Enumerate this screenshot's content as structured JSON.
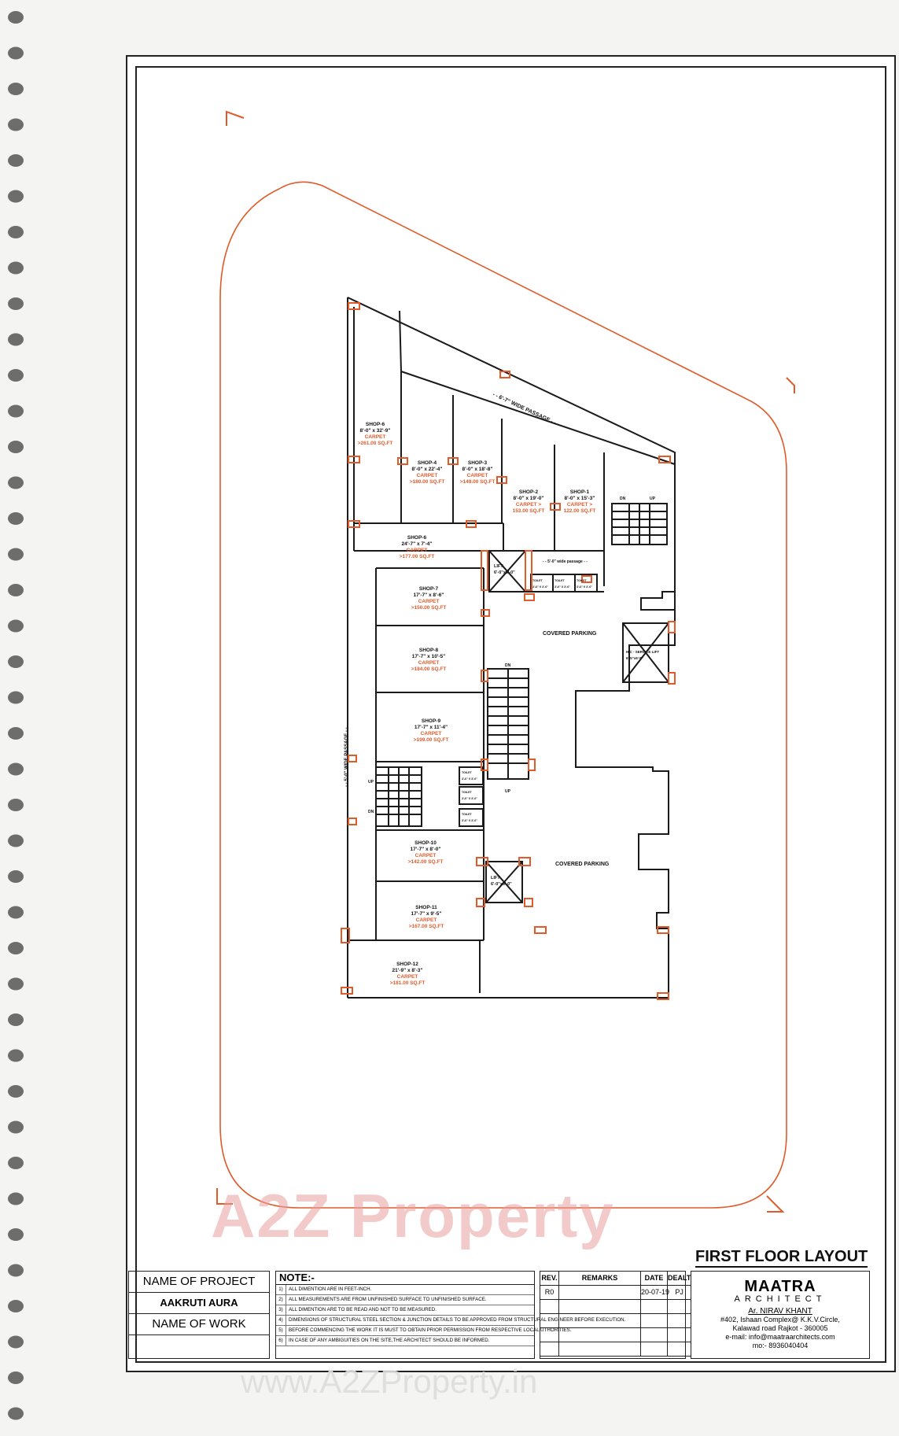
{
  "sheet": {
    "title": "FIRST FLOOR LAYOUT",
    "accent_color": "#e05a2a",
    "line_color": "#1a1a1a"
  },
  "plan": {
    "passage_top": "- - 6'-7\" WIDE PASSAGE - -",
    "passage_side": "- - 5'-0\" WIDE PASSAGE - -",
    "small_passage": "- - 5'-0\" wide passage - -",
    "parking_1": "COVERED PARKING",
    "parking_2": "COVERED PARKING",
    "lift_1": "LIFT\n6'-0\"x6'-0\"",
    "lift_2": "LIFT\n6'-0\"x6'-0\"",
    "service_lift": "H/C - SERVICE LIFT\n6'-5\"x6'-5\"",
    "up": "UP",
    "dn": "DN",
    "shops": [
      {
        "id": "shop-6a",
        "name": "SHOP-6",
        "size": "8'-0\" x 32'-9\"",
        "carpet": "CARPET",
        "area": ">261.00 SQ.FT"
      },
      {
        "id": "shop-4",
        "name": "SHOP-4",
        "size": "8'-0\" x 22'-4\"",
        "carpet": "CARPET",
        "area": ">180.00 SQ.FT"
      },
      {
        "id": "shop-3",
        "name": "SHOP-3",
        "size": "8'-0\" x 18'-8\"",
        "carpet": "CARPET",
        "area": ">149.00 SQ.FT"
      },
      {
        "id": "shop-2",
        "name": "SHOP-2",
        "size": "8'-0\" x 19'-0\"",
        "carpet": "CARPET >",
        "area": "153.00 SQ.FT"
      },
      {
        "id": "shop-1",
        "name": "SHOP-1",
        "size": "8'-0\" x 15'-3\"",
        "carpet": "CARPET >",
        "area": "122.00 SQ.FT"
      },
      {
        "id": "shop-6b",
        "name": "SHOP-6",
        "size": "24'-7\" x 7'-4\"",
        "carpet": "CARPET",
        "area": ">177.00 SQ.FT"
      },
      {
        "id": "shop-7",
        "name": "SHOP-7",
        "size": "17'-7\" x 8'-6\"",
        "carpet": "CARPET",
        "area": ">150.00 SQ.FT"
      },
      {
        "id": "shop-8",
        "name": "SHOP-8",
        "size": "17'-7\" x 10'-5\"",
        "carpet": "CARPET",
        "area": ">184.00 SQ.FT"
      },
      {
        "id": "shop-9",
        "name": "SHOP-9",
        "size": "17'-7\" x 11'-4\"",
        "carpet": "CARPET",
        "area": ">199.00 SQ.FT"
      },
      {
        "id": "shop-10",
        "name": "SHOP-10",
        "size": "17'-7\" x 8'-0\"",
        "carpet": "CARPET",
        "area": ">142.00 SQ.FT"
      },
      {
        "id": "shop-11",
        "name": "SHOP-11",
        "size": "17'-7\" x 9'-5\"",
        "carpet": "CARPET",
        "area": ">167.00 SQ.FT"
      },
      {
        "id": "shop-12",
        "name": "SHOP-12",
        "size": "21'-9\" x 8'-3\"",
        "carpet": "CARPET",
        "area": ">181.00 SQ.FT"
      }
    ],
    "toilets": [
      "TOILET\n3'-6\" X 3'-6\"",
      "TOILET\n3'-6\" X 3'-6\"",
      "TOILET\n3'-6\" X 3'-6\"",
      "TOILET\n3'-6\" X 3'-6\"",
      "TOILET\n3'-6\" X 3'-6\"",
      "TOILET\n3'-6\" X 3'-6\""
    ]
  },
  "title_block": {
    "project_label": "NAME OF PROJECT",
    "project_value": "AAKRUTI AURA",
    "work_label": "NAME OF WORK",
    "notes_heading": "NOTE:-",
    "notes": [
      {
        "n": "1)",
        "t": "ALL DIMENTION ARE IN FEET-INCH."
      },
      {
        "n": "2)",
        "t": "ALL MEASUREMENTS ARE FROM UNFINISHED SURFACE TO UNFINISHED SURFACE."
      },
      {
        "n": "3)",
        "t": "ALL DIMENTION ARE TO BE READ AND NOT TO BE MEASURED."
      },
      {
        "n": "4)",
        "t": "DIMENSIONS OF STRUCTURAL STEEL SECTION & JUNCTION DETAILS TO BE APPROVED FROM STRUCTURAL ENGINEER BEFORE EXECUTION."
      },
      {
        "n": "5)",
        "t": "BEFORE COMMENCING THE WORK IT IS MUST TO OBTAIN PRIOR PERMISSION FROM RESPECTIVE LOCAL UTHORITIES."
      },
      {
        "n": "6)",
        "t": "IN CASE OF ANY AMBIGUITIES ON THE SITE,THE ARCHITECT SHOULD BE INFORMED."
      }
    ],
    "rev_headers": [
      "REV.",
      "REMARKS",
      "DATE",
      "DEALT"
    ],
    "rev_rows": [
      [
        "R0",
        "",
        "20-07-19",
        "PJ"
      ],
      [
        "",
        "",
        "",
        ""
      ],
      [
        "",
        "",
        "",
        ""
      ],
      [
        "",
        "",
        "",
        ""
      ],
      [
        "",
        "",
        "",
        ""
      ]
    ],
    "firm": {
      "name": "MAATRA",
      "sub": "ARCHITECT",
      "architect": "Ar. NIRAV KHANT",
      "address1": "#402, Ishaan Complex@ K.K.V.Circle,",
      "address2": "Kalawad road Rajkot - 360005",
      "email": "e-mail: info@maatraarchitects.com",
      "mobile": "mo:- 8936040404"
    }
  },
  "watermark": {
    "logo_text": "A2Z Property",
    "url_text": "www.A2ZProperty.in"
  }
}
